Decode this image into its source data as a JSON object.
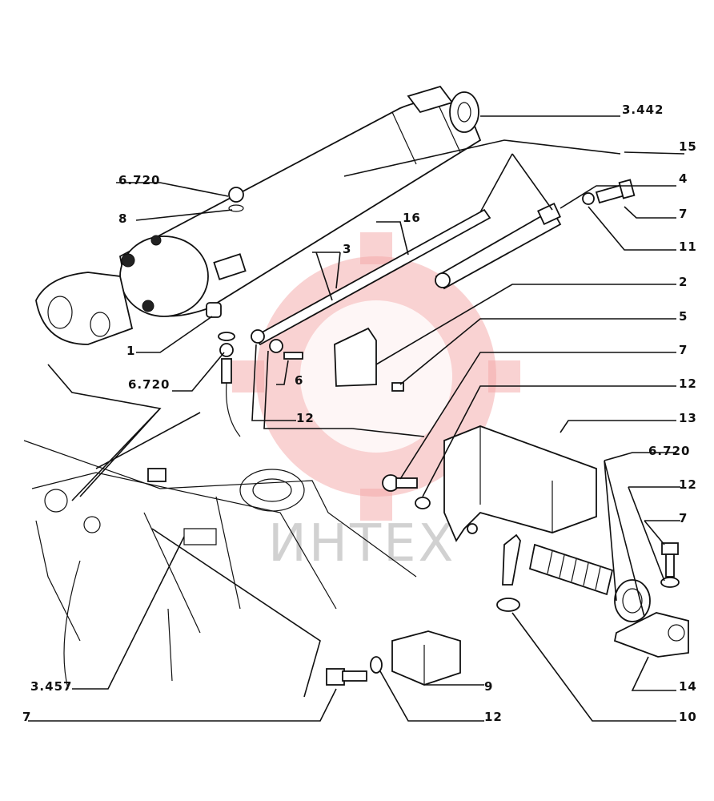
{
  "watermark": {
    "text": "ИНТЕХ",
    "color": "#e53935"
  },
  "labels": {
    "l_3442": "3.442",
    "l_15": "15",
    "l_4": "4",
    "l_7a": "7",
    "l_11": "11",
    "l_16": "16",
    "l_3": "3",
    "l_2": "2",
    "l_5": "5",
    "l_7b": "7",
    "l_12a": "12",
    "l_13": "13",
    "l_6720a": "6.720",
    "l_8": "8",
    "l_1": "1",
    "l_6720b": "6.720",
    "l_6": "6",
    "l_12b": "12",
    "l_6720c": "6.720",
    "l_12c": "12",
    "l_7c": "7",
    "l_3457": "3.457",
    "l_9": "9",
    "l_14": "14",
    "l_7d": "7",
    "l_12d": "12",
    "l_10": "10"
  }
}
